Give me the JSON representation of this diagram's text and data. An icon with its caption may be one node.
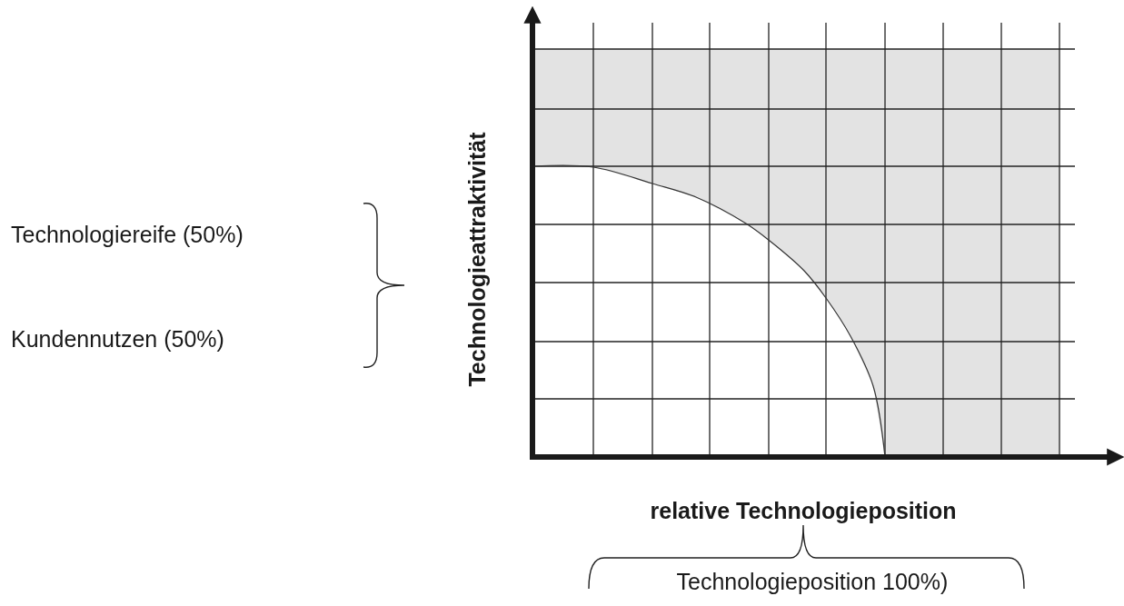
{
  "diagram": {
    "labels": [
      "Technologieattraktivität",
      "Technologiereife (50%)",
      "Kundennutzen (50%)",
      "relative Technologieposition",
      "Technologieposition 100%)"
    ]
  }
}
